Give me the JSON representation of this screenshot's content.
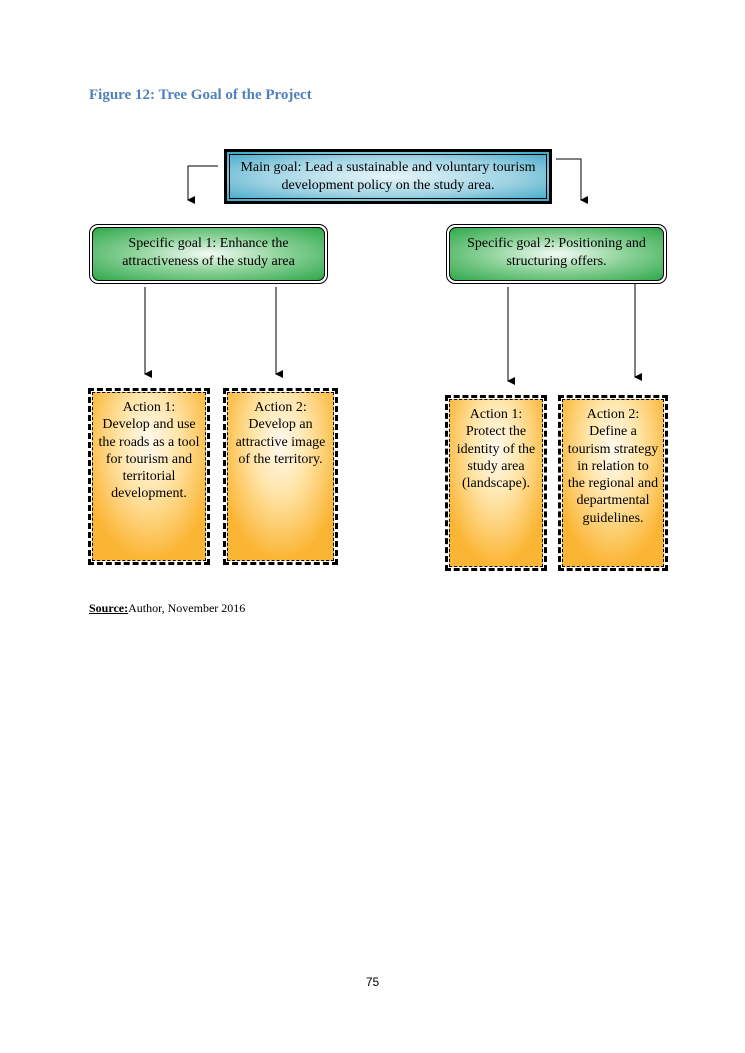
{
  "caption": "Figure 12: Tree Goal of the Project",
  "main_goal": "Main goal: Lead a sustainable and voluntary tourism development policy on the study area.",
  "specific_goals": [
    {
      "text": "Specific goal 1: Enhance the attractiveness of the study area",
      "actions": [
        {
          "label": "Action 1:",
          "text": "Develop and use the roads as a tool for tourism and territorial development."
        },
        {
          "label": "Action 2:",
          "text": "Develop an attractive image of the territory."
        }
      ]
    },
    {
      "text": "Specific goal 2: Positioning and structuring offers.",
      "actions": [
        {
          "label": "Action 1:",
          "text": "Protect the identity of the study area (landscape)."
        },
        {
          "label": "Action 2:",
          "text": "Define a tourism strategy in relation to the regional and departmental guidelines."
        }
      ]
    }
  ],
  "source": {
    "label": "Source:",
    "text": "Author, November 2016"
  },
  "page_number": "75",
  "colors": {
    "caption": "#4f81bd",
    "main_box": "#3fa7c7",
    "goal_box": "#2ea84a",
    "action_box": "#fbb534"
  }
}
